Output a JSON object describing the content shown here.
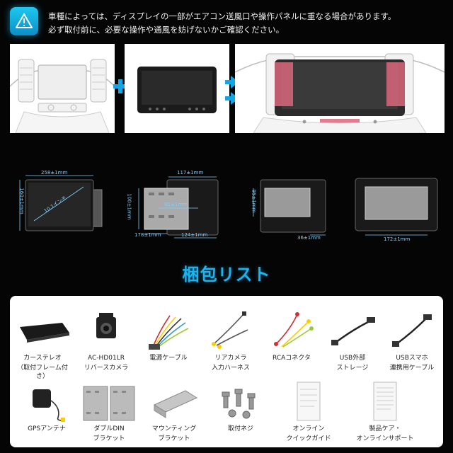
{
  "warning": {
    "line1": "車種によっては、ディスプレイの一部がエアコン送風口や操作パネルに重なる場合があります。",
    "line2": "必ず取付前に、必要な操作や通風を妨げないかご確認ください。"
  },
  "dimensions": {
    "width": "258±1mm",
    "height": "160±1mm",
    "screen": "10.1インチ",
    "bracket_top": "117±1mm",
    "bracket_height": "100±1mm",
    "bracket_inner": "91±1mm",
    "bracket_depth": "178±1mm",
    "bracket_bottom": "124±1mm",
    "side_height": "95±1mm",
    "side_depth": "36±1mm",
    "back_width": "172±1mm"
  },
  "pack_title": "梱包リスト",
  "items": [
    {
      "line1": "カーステレオ",
      "line2": "（取付フレーム付き）"
    },
    {
      "line1": "AC-HD01LR",
      "line2": "リバースカメラ"
    },
    {
      "line1": "電源ケーブル",
      "line2": ""
    },
    {
      "line1": "リアカメラ",
      "line2": "入力ハーネス"
    },
    {
      "line1": "RCAコネクタ",
      "line2": ""
    },
    {
      "line1": "USB外部",
      "line2": "ストレージ"
    },
    {
      "line1": "USBスマホ",
      "line2": "連携用ケーブル"
    },
    {
      "line1": "GPSアンテナ",
      "line2": ""
    },
    {
      "line1": "ダブルDIN",
      "line2": "ブラケット"
    },
    {
      "line1": "マウンティング",
      "line2": "ブラケット"
    },
    {
      "line1": "取付ネジ",
      "line2": ""
    },
    {
      "line1": "オンライン",
      "line2": "クイックガイド"
    },
    {
      "line1": "製品ケア・",
      "line2": "オンラインサポート"
    }
  ],
  "colors": {
    "accent": "#13a6e4",
    "vent_highlight": "#d9677a"
  }
}
